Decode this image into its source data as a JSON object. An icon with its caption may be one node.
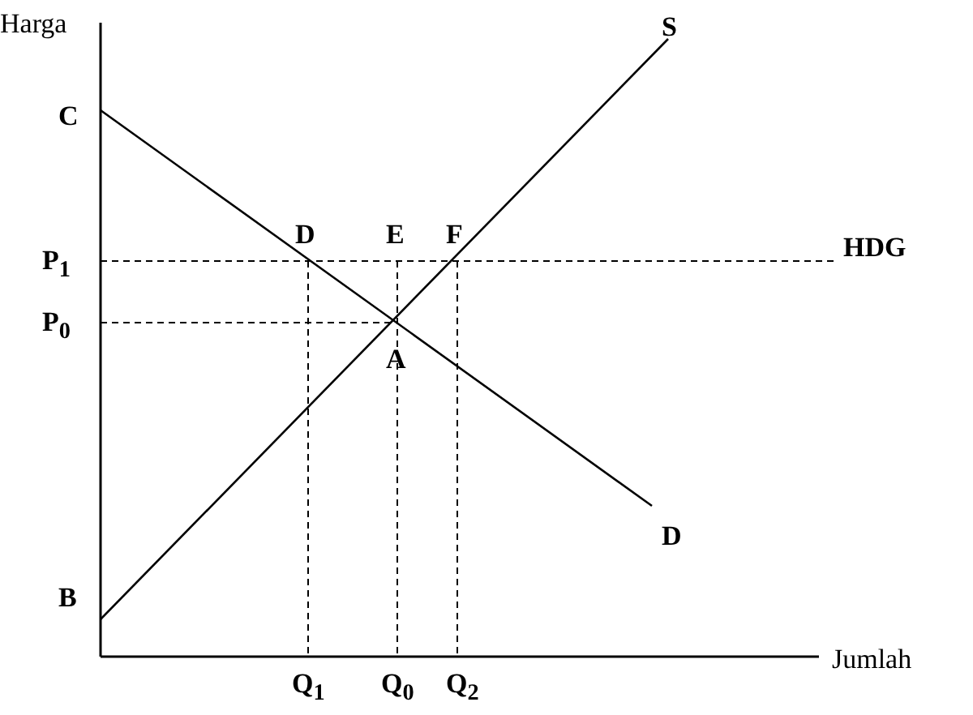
{
  "diagram": {
    "labels": [
      "Harga",
      "C",
      "S",
      "D",
      "E",
      "F",
      "P$_{1}$",
      "HDG",
      "P$_{0}$",
      "A",
      "D",
      "B",
      "Q$_{1}$",
      "Q$_{0}$",
      "Q$_{2}$",
      "Jumlah"
    ]
  }
}
